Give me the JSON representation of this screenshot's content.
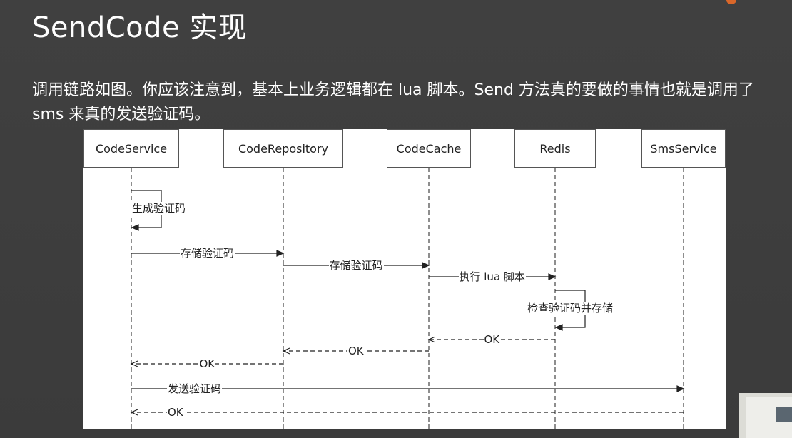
{
  "slide": {
    "title": "SendCode 实现",
    "paragraph_line1": "调用链路如图。你应该注意到，基本上业务逻辑都在 lua 脚本。Send 方法真的要做的事情也就是调用了",
    "paragraph_line2": "sms 来真的发送验证码。"
  },
  "diagram": {
    "participants": [
      "CodeService",
      "CodeRepository",
      "CodeCache",
      "Redis",
      "SmsService"
    ],
    "messages": [
      {
        "from": "CodeService",
        "to": "CodeService",
        "label": "生成验证码",
        "kind": "self"
      },
      {
        "from": "CodeService",
        "to": "CodeRepository",
        "label": "存储验证码",
        "kind": "call"
      },
      {
        "from": "CodeRepository",
        "to": "CodeCache",
        "label": "存储验证码",
        "kind": "call"
      },
      {
        "from": "CodeCache",
        "to": "Redis",
        "label": "执行 lua 脚本",
        "kind": "call"
      },
      {
        "from": "Redis",
        "to": "Redis",
        "label": "检查验证码并存储",
        "kind": "self"
      },
      {
        "from": "Redis",
        "to": "CodeCache",
        "label": "OK",
        "kind": "return"
      },
      {
        "from": "CodeCache",
        "to": "CodeRepository",
        "label": "OK",
        "kind": "return"
      },
      {
        "from": "CodeRepository",
        "to": "CodeService",
        "label": "OK",
        "kind": "return"
      },
      {
        "from": "CodeService",
        "to": "SmsService",
        "label": "发送验证码",
        "kind": "call"
      },
      {
        "from": "SmsService",
        "to": "CodeService",
        "label": "OK",
        "kind": "return"
      }
    ]
  },
  "colors": {
    "background": "#3e3e3e",
    "diagram_bg": "#ffffff",
    "line": "#333333",
    "accent_dot": "#d9672a"
  }
}
